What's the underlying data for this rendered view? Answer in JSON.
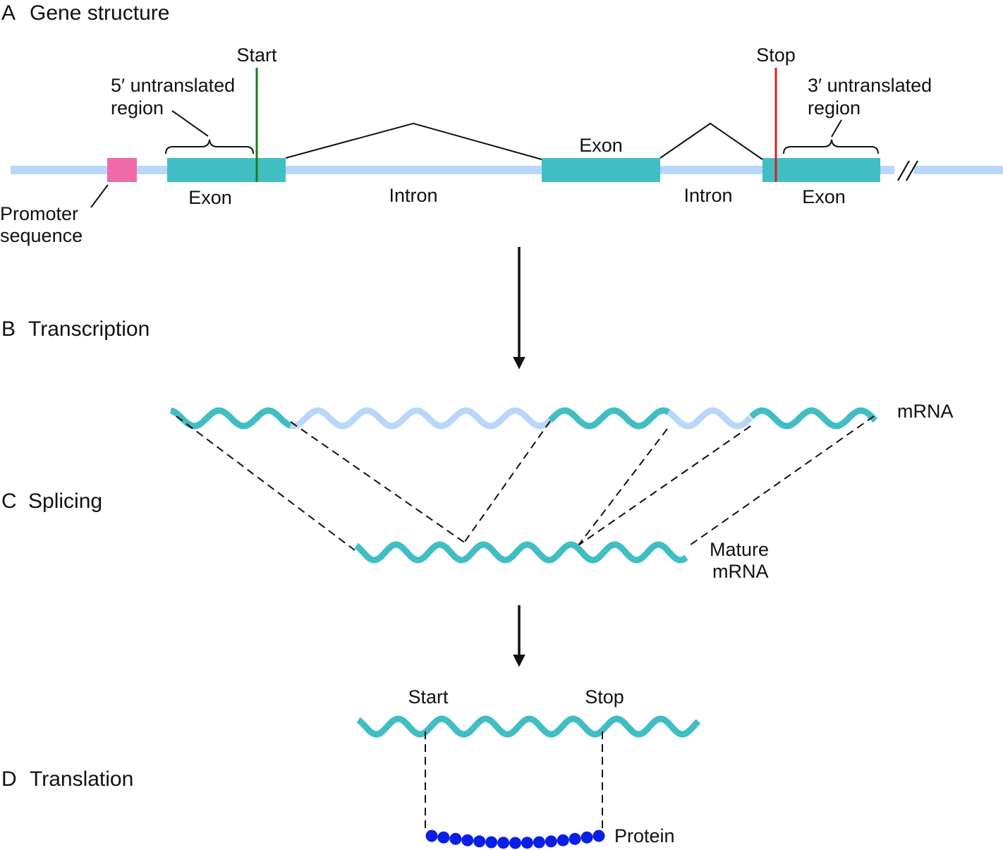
{
  "colors": {
    "dna": "#b8d7fa",
    "exon": "#40bec3",
    "promoter": "#ef6aa9",
    "intron_rna": "#b8d7fa",
    "start_marker": "#1a7a1a",
    "stop_marker": "#d8201e",
    "protein": "#0a1fe6",
    "line": "#111111"
  },
  "panels": {
    "a": {
      "letter": "A",
      "title": "Gene structure"
    },
    "b": {
      "letter": "B",
      "title": "Transcription"
    },
    "c": {
      "letter": "C",
      "title": "Splicing"
    },
    "d": {
      "letter": "D",
      "title": "Translation"
    }
  },
  "gene": {
    "start": "Start",
    "stop": "Stop",
    "utr5": [
      "5′ untranslated",
      "region"
    ],
    "utr3": [
      "3′ untranslated",
      "region"
    ],
    "promoter": [
      "Promoter",
      "sequence"
    ],
    "exon1": "Exon",
    "exon2": "Exon",
    "exon3": "Exon",
    "intron1": "Intron",
    "intron2": "Intron"
  },
  "transcript": {
    "mrna": "mRNA",
    "mature": [
      "Mature",
      "mRNA"
    ]
  },
  "translation": {
    "start": "Start",
    "stop": "Stop",
    "protein": "Protein",
    "residue_count": 15
  }
}
